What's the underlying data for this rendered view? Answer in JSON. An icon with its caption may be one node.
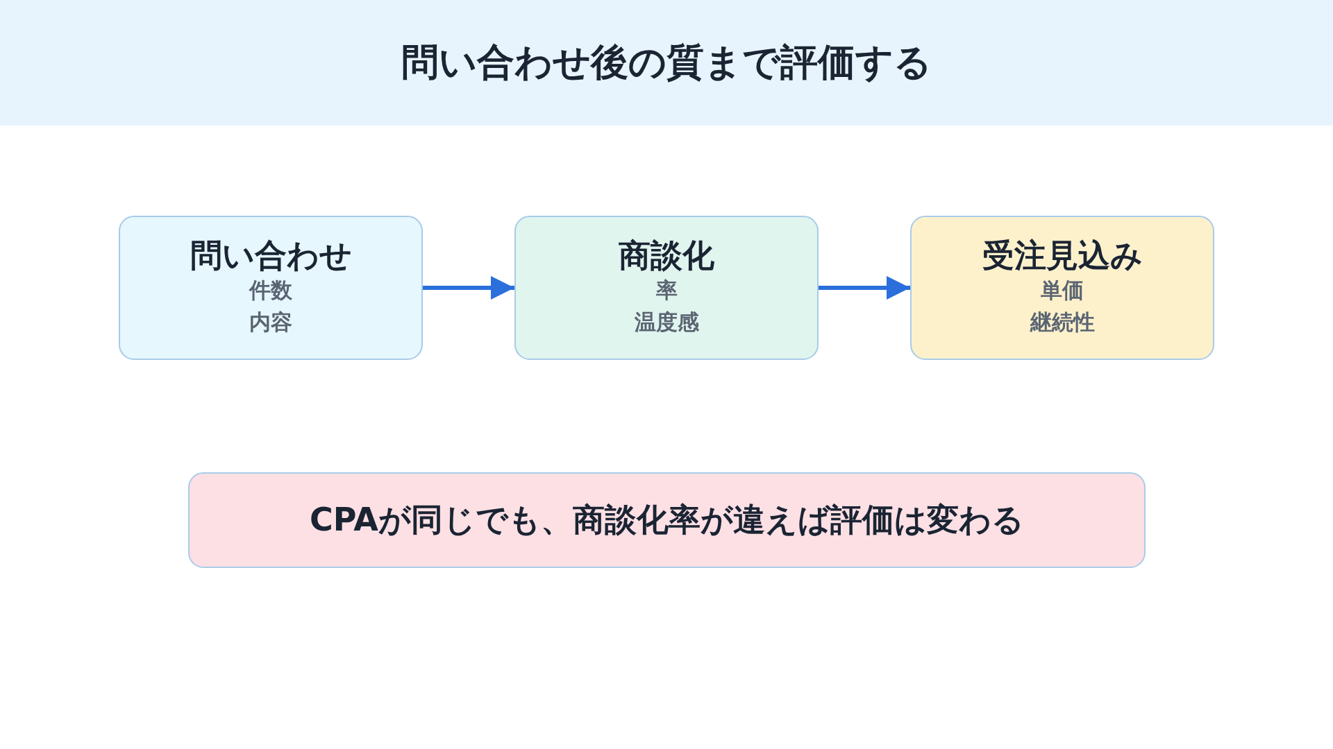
{
  "diagram": {
    "title": "問い合わせ後の質まで評価する",
    "nodes": [
      {
        "text": [
          "問い合わせ",
          "件数",
          "内容"
        ]
      },
      {
        "text": [
          "商談化",
          "率",
          "温度感"
        ]
      },
      {
        "text": [
          "受注見込み",
          "単価",
          "継続性"
        ]
      },
      {
        "text": [
          "CPAが同じでも、商談化率が違えば評価は変わる"
        ]
      }
    ],
    "edges": [
      {
        "from": 0,
        "to": 1,
        "arrow": "to"
      },
      {
        "from": 1,
        "to": 2,
        "arrow": "to"
      }
    ]
  }
}
